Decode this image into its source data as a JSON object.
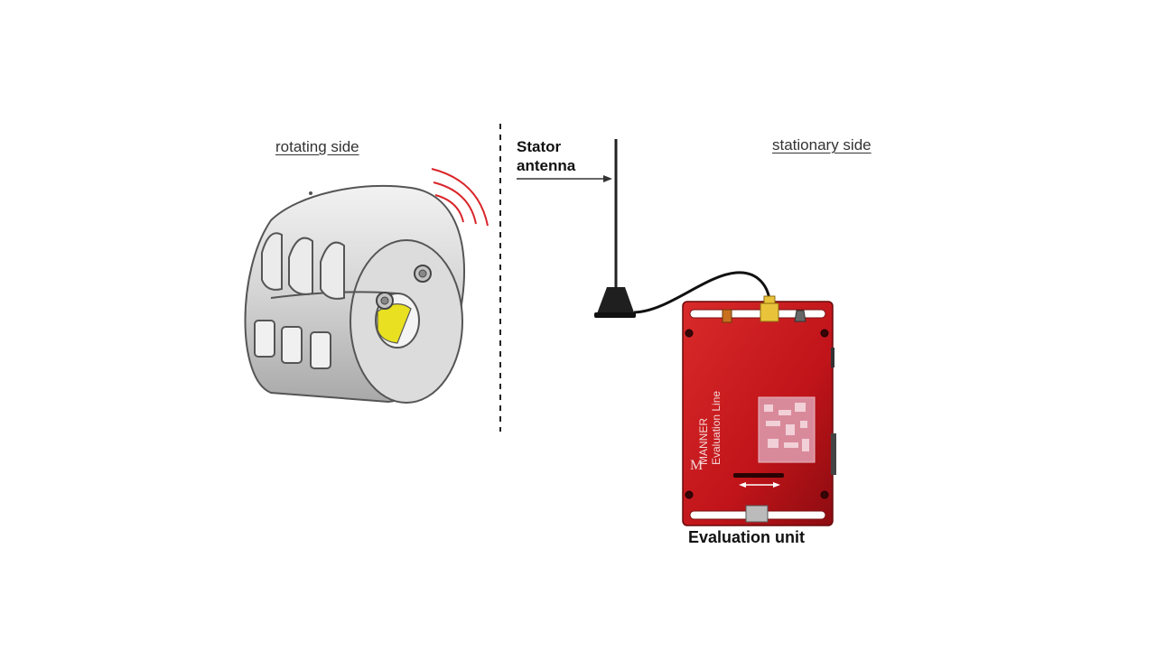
{
  "diagram": {
    "rotating_side_label": "rotating side",
    "stationary_side_label": "stationary side",
    "antenna_label_line1": "Stator",
    "antenna_label_line2": "antenna",
    "evaluation_unit_label": "Evaluation unit",
    "device_brand": "MANNER",
    "device_subtitle": "Evaluation Line"
  },
  "colors": {
    "signal_waves": "#d9252a",
    "evaluation_unit": "#c8161c",
    "rotor_body": "#d8d8d8",
    "rotor_bore_highlight": "#e8e020"
  }
}
